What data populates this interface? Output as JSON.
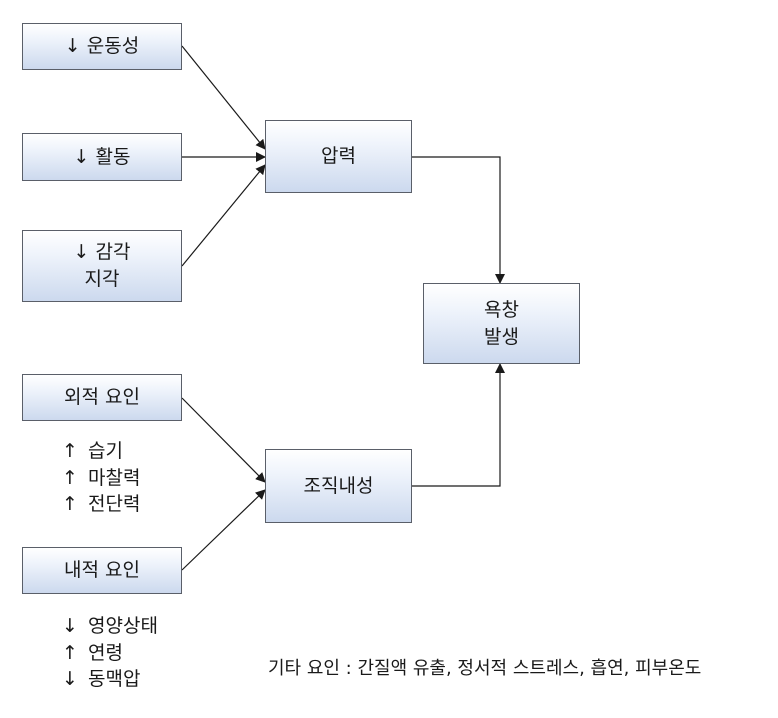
{
  "boxes": {
    "mobility": {
      "lines": [
        "↓ 운동성"
      ]
    },
    "activity": {
      "lines": [
        "↓ 활동"
      ]
    },
    "sensory": {
      "lines": [
        "↓ 감각",
        "지각"
      ]
    },
    "extrinsic": {
      "lines": [
        "외적 요인"
      ]
    },
    "intrinsic": {
      "lines": [
        "내적 요인"
      ]
    },
    "pressure": {
      "lines": [
        "압력"
      ]
    },
    "tolerance": {
      "lines": [
        "조직내성"
      ]
    },
    "ulcer": {
      "lines": [
        "욕창",
        "발생"
      ]
    }
  },
  "extrinsic_factors": [
    {
      "arrow": "↑",
      "label": "습기"
    },
    {
      "arrow": "↑",
      "label": "마찰력"
    },
    {
      "arrow": "↑",
      "label": "전단력"
    }
  ],
  "intrinsic_factors": [
    {
      "arrow": "↓",
      "label": "영양상태"
    },
    {
      "arrow": "↑",
      "label": "연령"
    },
    {
      "arrow": "↓",
      "label": "동맥압"
    }
  ],
  "note": "기타 요인 : 간질액 유출, 정서적 스트레스, 흡연, 피부온도",
  "colors": {
    "line": "#1a1a1a",
    "box_border": "#5a5f69",
    "box_fill_bottom": "#ccd9ee"
  }
}
